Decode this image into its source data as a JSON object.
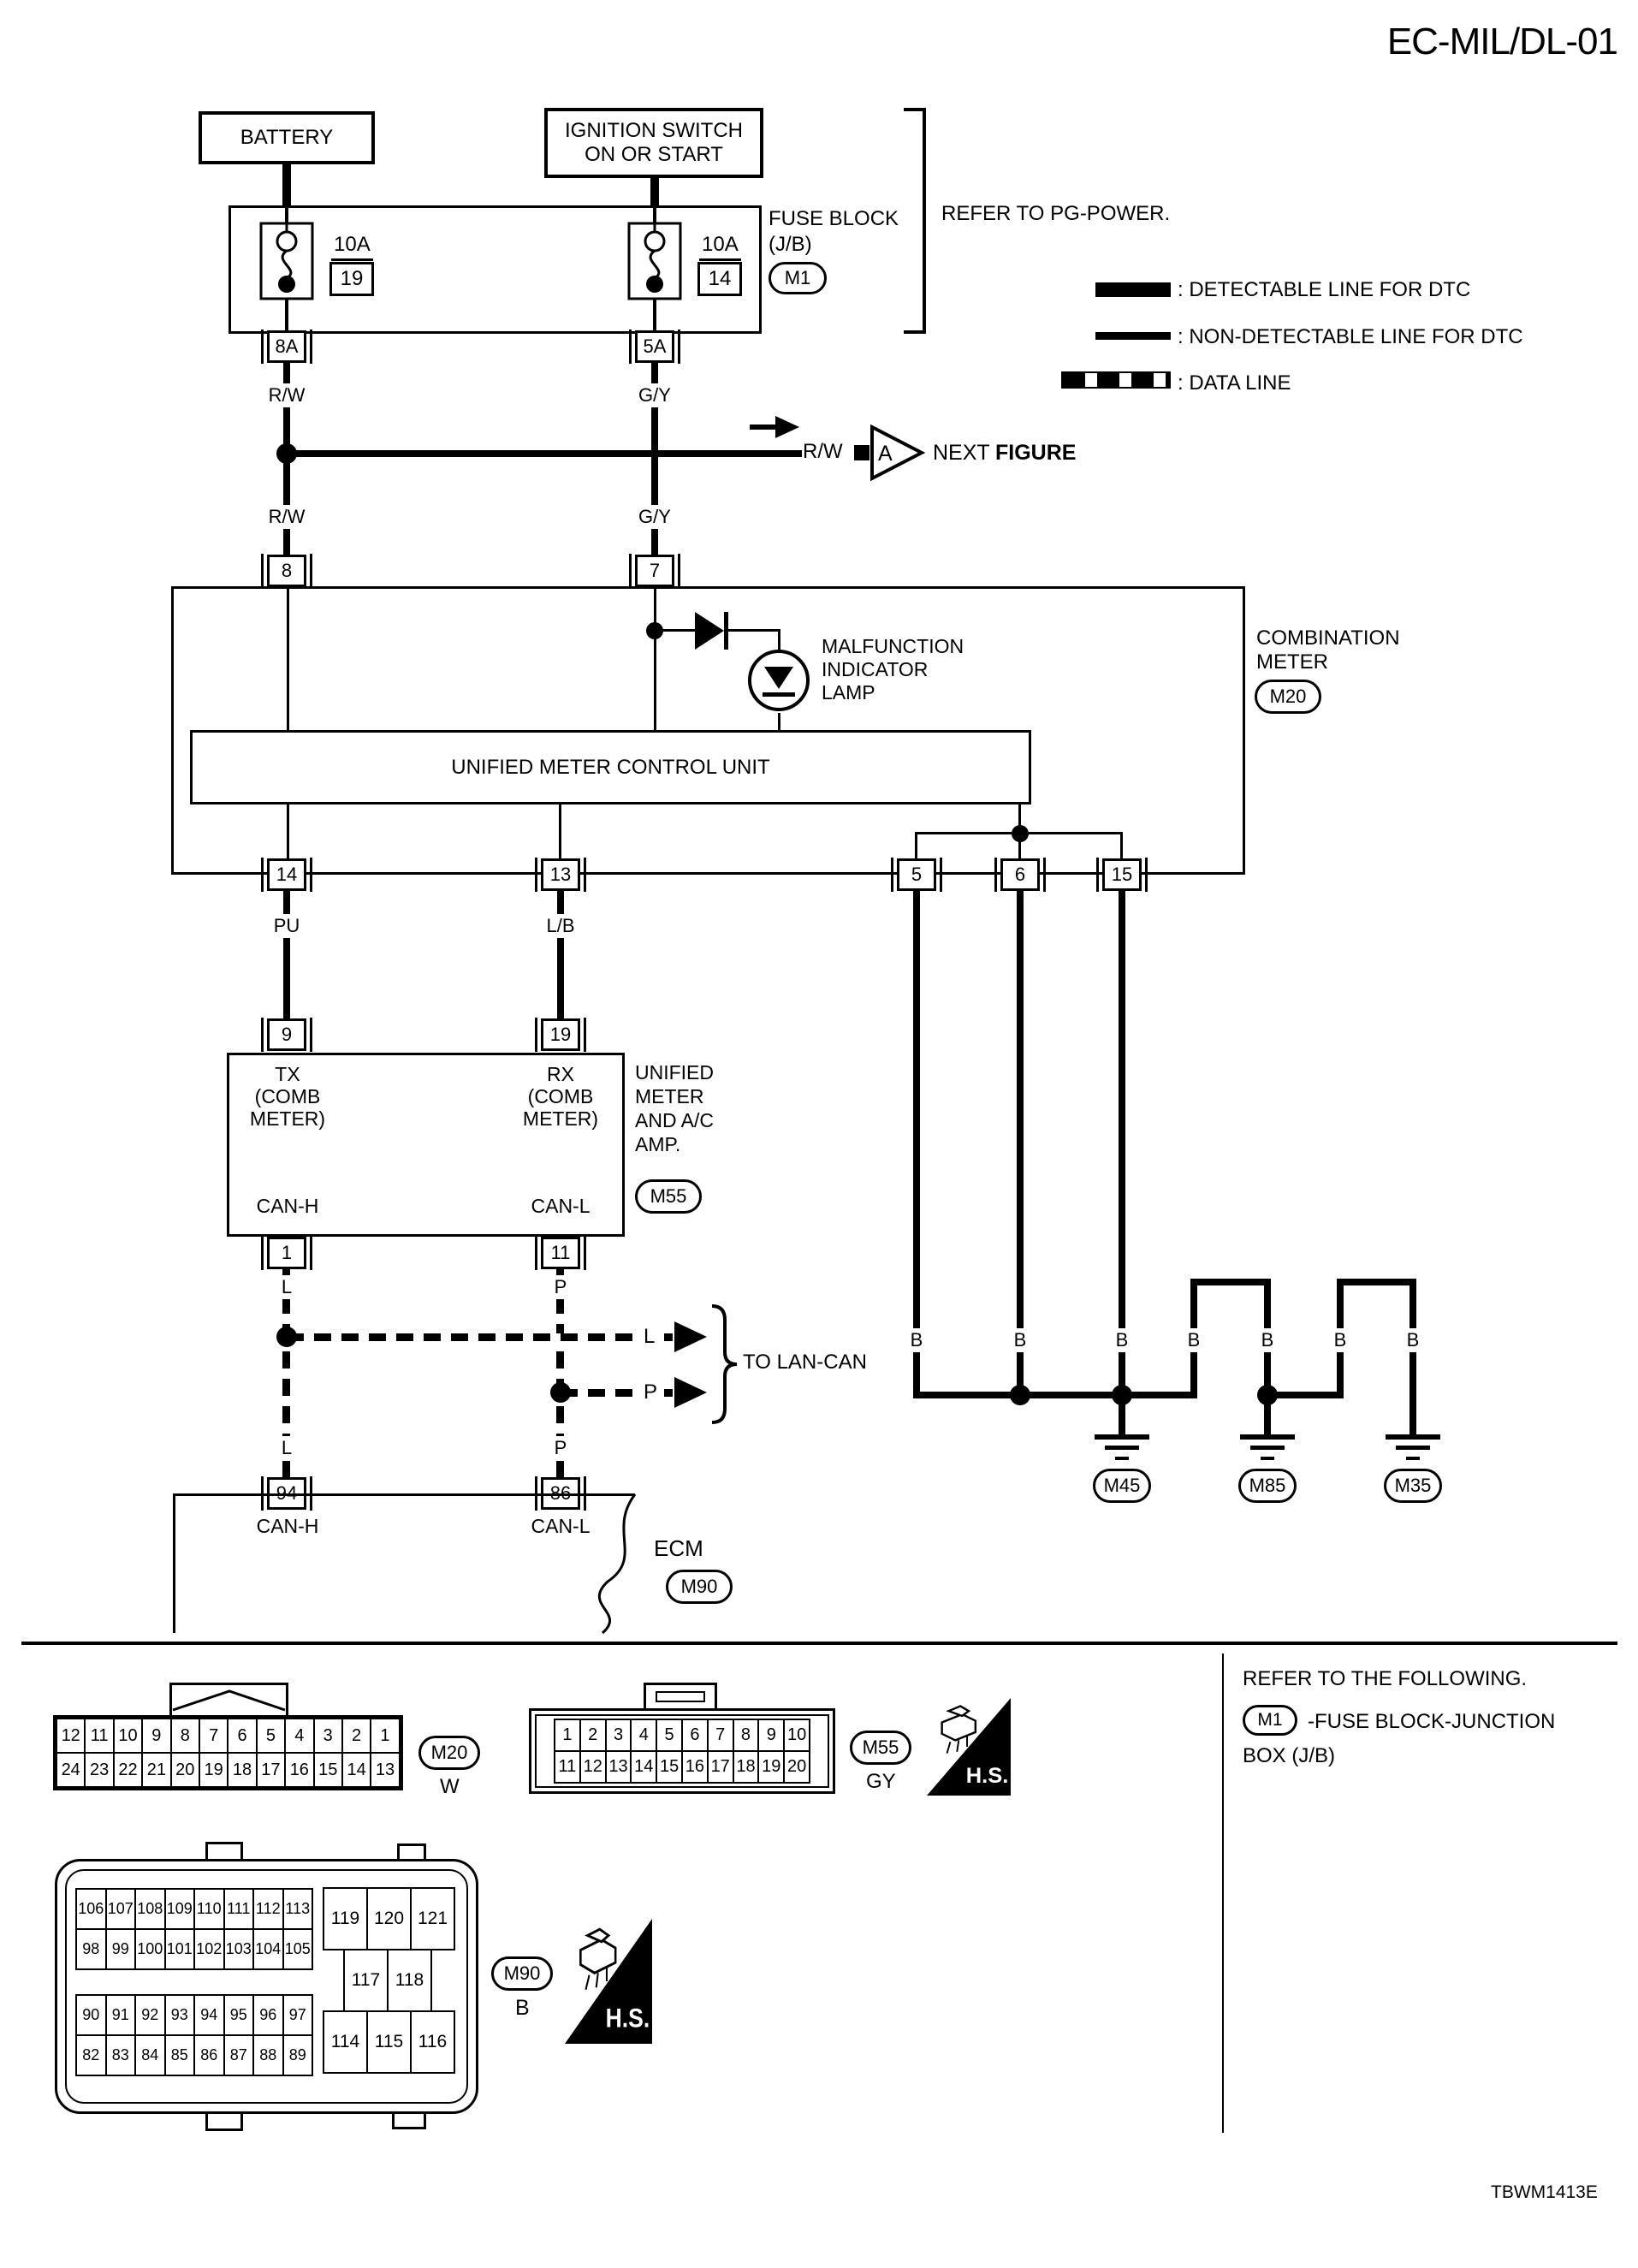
{
  "title": "EC-MIL/DL-01",
  "doc_code": "TBWM1413E",
  "legend": {
    "detectable": ": DETECTABLE LINE FOR DTC",
    "non_detectable": ": NON-DETECTABLE LINE FOR DTC",
    "data_line": ": DATA LINE"
  },
  "power": {
    "battery": "BATTERY",
    "ignition_line1": "IGNITION SWITCH",
    "ignition_line2": "ON OR START",
    "fuse1_amp": "10A",
    "fuse1_num": "19",
    "fuse2_amp": "10A",
    "fuse2_num": "14",
    "fuse_block_line1": "FUSE BLOCK",
    "fuse_block_line2": "(J/B)",
    "fuse_block_code": "M1",
    "refer": "REFER TO PG-POWER.",
    "term_8a": "8A",
    "term_5a": "5A"
  },
  "wire_colors": {
    "rw": "R/W",
    "gy": "G/Y",
    "pu": "PU",
    "lb": "L/B",
    "l": "L",
    "p": "P",
    "b": "B"
  },
  "next_figure": {
    "wire": "R/W",
    "marker": "A",
    "text": "NEXT",
    "text_bold": "FIGURE"
  },
  "combination_meter": {
    "term_8": "8",
    "term_7": "7",
    "mil_line1": "MALFUNCTION",
    "mil_line2": "INDICATOR",
    "mil_line3": "LAMP",
    "control_unit": "UNIFIED METER CONTROL UNIT",
    "name_line1": "COMBINATION",
    "name_line2": "METER",
    "code": "M20",
    "term_14": "14",
    "term_13": "13",
    "term_5": "5",
    "term_6": "6",
    "term_15": "15"
  },
  "meter_ac_amp": {
    "term_9": "9",
    "term_19": "19",
    "tx_line1": "TX",
    "tx_line2": "(COMB",
    "tx_line3": "METER)",
    "rx_line1": "RX",
    "rx_line2": "(COMB",
    "rx_line3": "METER)",
    "can_h": "CAN-H",
    "can_l": "CAN-L",
    "name_line1": "UNIFIED",
    "name_line2": "METER",
    "name_line3": "AND A/C",
    "name_line4": "AMP.",
    "code": "M55",
    "term_1": "1",
    "term_11": "11"
  },
  "lan": {
    "to_lan_can": "TO LAN-CAN",
    "l": "L",
    "p": "P"
  },
  "ecm": {
    "term_94": "94",
    "term_86": "86",
    "can_h": "CAN-H",
    "can_l": "CAN-L",
    "name": "ECM",
    "code": "M90"
  },
  "grounds": {
    "g1": "M45",
    "g2": "M85",
    "g3": "M35"
  },
  "footer": {
    "refer": "REFER TO THE FOLLOWING.",
    "code": "M1",
    "text1": "-FUSE BLOCK-JUNCTION",
    "text2": "BOX (J/B)"
  },
  "connector_views": {
    "hs_label": "H.S.",
    "m20": {
      "code": "M20",
      "color": "W",
      "rows": [
        [
          "12",
          "11",
          "10",
          "9",
          "8",
          "7",
          "6",
          "5",
          "4",
          "3",
          "2",
          "1"
        ],
        [
          "24",
          "23",
          "22",
          "21",
          "20",
          "19",
          "18",
          "17",
          "16",
          "15",
          "14",
          "13"
        ]
      ]
    },
    "m55": {
      "code": "M55",
      "color": "GY",
      "rows": [
        [
          "1",
          "2",
          "3",
          "4",
          "5",
          "6",
          "7",
          "8",
          "9",
          "10"
        ],
        [
          "11",
          "12",
          "13",
          "14",
          "15",
          "16",
          "17",
          "18",
          "19",
          "20"
        ]
      ]
    },
    "m90": {
      "code": "M90",
      "color": "B",
      "block_a": [
        [
          "106",
          "107",
          "108",
          "109",
          "110",
          "111",
          "112",
          "113"
        ],
        [
          "98",
          "99",
          "100",
          "101",
          "102",
          "103",
          "104",
          "105"
        ]
      ],
      "block_b": [
        [
          "90",
          "91",
          "92",
          "93",
          "94",
          "95",
          "96",
          "97"
        ],
        [
          "82",
          "83",
          "84",
          "85",
          "86",
          "87",
          "88",
          "89"
        ]
      ],
      "right_top": [
        "119",
        "120",
        "121"
      ],
      "right_mid": [
        "117",
        "118"
      ],
      "right_bottom": [
        "114",
        "115",
        "116"
      ]
    }
  }
}
